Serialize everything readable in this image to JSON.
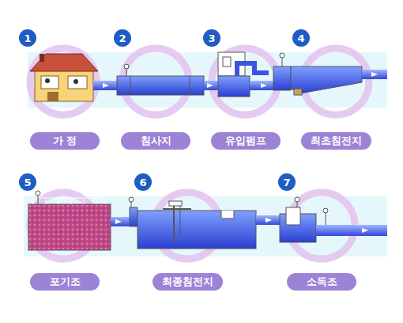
{
  "diagram": {
    "nodes": [
      {
        "text": [
          "가 정"
        ]
      },
      {
        "text": [
          "침사지"
        ]
      },
      {
        "text": [
          "유입펌프"
        ]
      },
      {
        "text": [
          "최초침전지"
        ]
      },
      {
        "text": [
          "포기조"
        ]
      },
      {
        "text": [
          "최종침전지"
        ]
      },
      {
        "text": [
          "소독조"
        ]
      }
    ],
    "labels": [
      "1",
      "2",
      "3",
      "4",
      "5",
      "6",
      "7"
    ]
  }
}
